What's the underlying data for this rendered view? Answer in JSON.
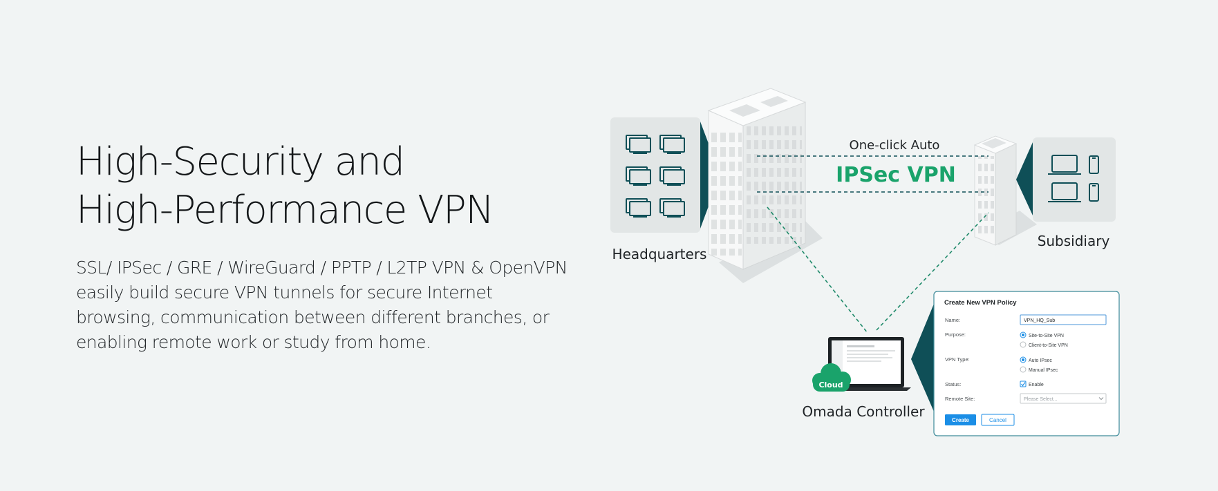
{
  "headline": {
    "line1": "High-Security and",
    "line2": "High-Performance VPN"
  },
  "description": {
    "line1": "SSL/ IPSec / GRE / WireGuard / PPTP / L2TP VPN & OpenVPN",
    "line2": "easily build secure VPN tunnels for secure Internet",
    "line3": "browsing, communication between different branches, or",
    "line4": "enabling remote work or study from home."
  },
  "diagram": {
    "headquarters_label": "Headquarters",
    "subsidiary_label": "Subsidiary",
    "tunnel_caption": "One-click Auto",
    "tunnel_title": "IPSec VPN",
    "controller_label": "Omada Controller",
    "cloud_badge": "Cloud"
  },
  "vpn_form": {
    "title": "Create New VPN Policy",
    "name_label": "Name:",
    "name_value": "VPN_HQ_Sub",
    "purpose_label": "Purpose:",
    "purpose_options": [
      "Site-to-Site VPN",
      "Client-to-Site VPN"
    ],
    "purpose_selected": "Site-to-Site VPN",
    "vpn_type_label": "VPN Type:",
    "vpn_type_options": [
      "Auto IPsec",
      "Manual IPsec"
    ],
    "vpn_type_selected": "Auto IPsec",
    "status_label": "Status:",
    "status_option": "Enable",
    "status_checked": true,
    "remote_site_label": "Remote Site:",
    "remote_site_placeholder": "Please Select...",
    "create_button": "Create",
    "cancel_button": "Cancel"
  },
  "colors": {
    "background": "#f1f4f4",
    "accent_green": "#1aa36b",
    "dark_teal": "#0f4f57",
    "primary_blue": "#1b8ee6",
    "panel_grey": "#e2e6e6"
  },
  "icons": [
    "monitor-icon",
    "laptop-icon",
    "phone-icon",
    "building-icon",
    "cloud-icon",
    "radio-icon",
    "checkbox-icon",
    "chevron-down-icon"
  ]
}
